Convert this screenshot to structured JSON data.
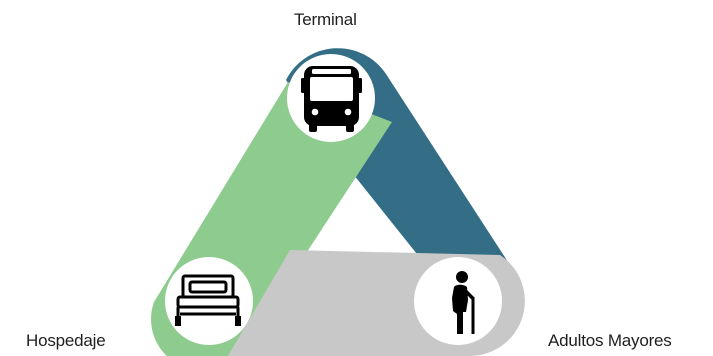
{
  "nodes": {
    "top": {
      "label": "Terminal",
      "icon": "bus-icon"
    },
    "left": {
      "label": "Hospedaje",
      "icon": "bed-icon"
    },
    "right": {
      "label": "Adultos Mayores",
      "icon": "elderly-person-icon"
    }
  },
  "colors": {
    "teal_band": "#336e86",
    "green_band": "#8ecb8f",
    "gray_band": "#c8c8c8",
    "icon": "#000000",
    "icon_bg": "#ffffff"
  }
}
